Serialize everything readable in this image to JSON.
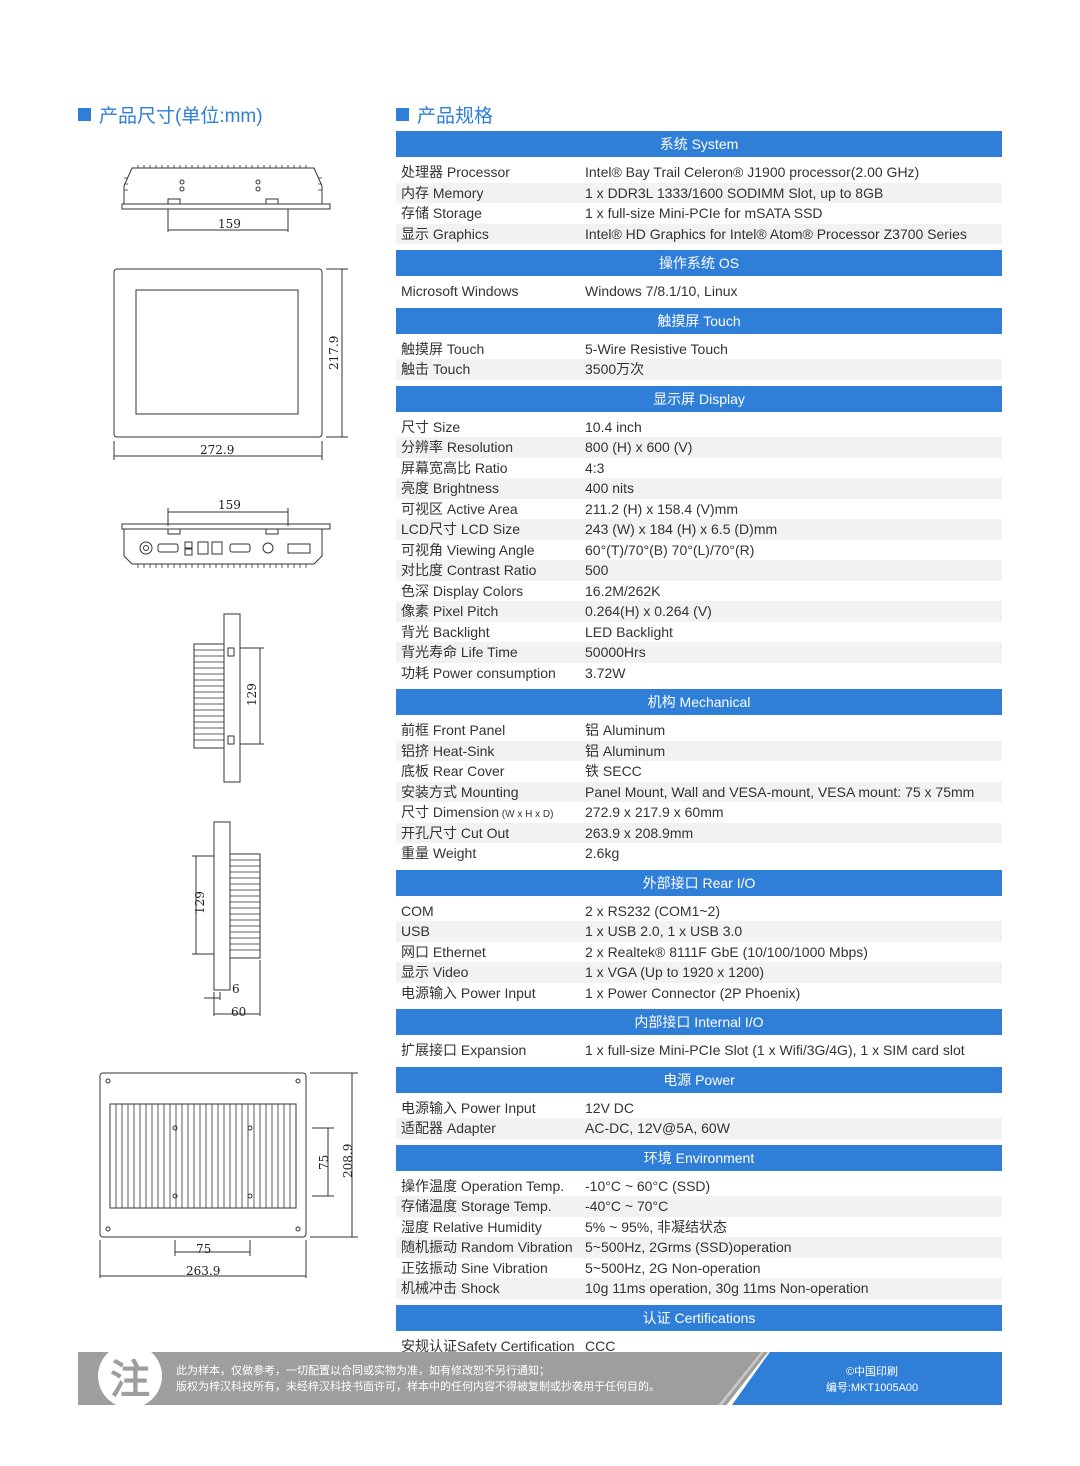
{
  "left_title": "产品尺寸(单位:mm)",
  "right_title": "产品规格",
  "dims": {
    "top_width": "159",
    "front_height": "217.9",
    "front_width": "272.9",
    "bottom_width": "159",
    "side_height": "129",
    "side2_height": "129",
    "side2_depth_a": "6",
    "side2_depth_b": "60",
    "back_vesa_h": "75",
    "back_height": "208.9",
    "back_vesa_w": "75",
    "back_width": "263.9"
  },
  "spec": [
    {
      "cat": "系统 System",
      "rows": [
        {
          "k": "处理器 Processor",
          "v": "Intel® Bay Trail Celeron® J1900 processor(2.00 GHz)"
        },
        {
          "k": "内存 Memory",
          "v": "1 x DDR3L 1333/1600 SODIMM Slot, up to 8GB"
        },
        {
          "k": "存储 Storage",
          "v": "1 x full-size Mini-PCIe for mSATA SSD"
        },
        {
          "k": "显示 Graphics",
          "v": "Intel® HD Graphics for Intel® Atom® Processor Z3700 Series"
        }
      ]
    },
    {
      "cat": "操作系统 OS",
      "rows": [
        {
          "k": "Microsoft Windows",
          "v": "Windows 7/8.1/10, Linux"
        }
      ]
    },
    {
      "cat": "触摸屏 Touch",
      "rows": [
        {
          "k": "触摸屏 Touch",
          "v": "5-Wire Resistive Touch"
        },
        {
          "k": "触击 Touch",
          "v": "3500万次"
        }
      ]
    },
    {
      "cat": "显示屏 Display",
      "rows": [
        {
          "k": "尺寸 Size",
          "v": "10.4 inch"
        },
        {
          "k": "分辨率 Resolution",
          "v": "800 (H) x 600 (V)"
        },
        {
          "k": "屏幕宽高比 Ratio",
          "v": "4:3"
        },
        {
          "k": "亮度 Brightness",
          "v": "400 nits"
        },
        {
          "k": "可视区 Active Area",
          "v": "211.2 (H) x 158.4 (V)mm"
        },
        {
          "k": "LCD尺寸 LCD Size",
          "v": "243 (W) x 184 (H) x 6.5 (D)mm"
        },
        {
          "k": "可视角 Viewing Angle",
          "v": "60°(T)/70°(B) 70°(L)/70°(R)"
        },
        {
          "k": "对比度 Contrast Ratio",
          "v": "500"
        },
        {
          "k": "色深 Display Colors",
          "v": "16.2M/262K"
        },
        {
          "k": "像素 Pixel Pitch",
          "v": "0.264(H) x 0.264 (V)"
        },
        {
          "k": "背光 Backlight",
          "v": "LED Backlight"
        },
        {
          "k": "背光寿命 Life Time",
          "v": "50000Hrs"
        },
        {
          "k": "功耗 Power consumption",
          "v": "3.72W"
        }
      ]
    },
    {
      "cat": "机构 Mechanical",
      "rows": [
        {
          "k": "前框 Front Panel",
          "v": "铝 Aluminum"
        },
        {
          "k": "铝挤 Heat-Sink",
          "v": "铝 Aluminum"
        },
        {
          "k": "底板 Rear Cover",
          "v": "铁 SECC"
        },
        {
          "k": "安装方式 Mounting",
          "v": "Panel Mount, Wall and VESA-mount, VESA mount: 75 x 75mm"
        },
        {
          "k": "尺寸 Dimension",
          "ks": "(W x H x D)",
          "v": "272.9 x 217.9 x 60mm"
        },
        {
          "k": "开孔尺寸 Cut Out",
          "v": "263.9 x 208.9mm"
        },
        {
          "k": "重量 Weight",
          "v": "2.6kg"
        }
      ]
    },
    {
      "cat": "外部接口 Rear I/O",
      "rows": [
        {
          "k": "COM",
          "v": "2 x RS232 (COM1~2)"
        },
        {
          "k": "USB",
          "v": "1 x USB 2.0, 1 x USB 3.0"
        },
        {
          "k": "网口 Ethernet",
          "v": "2 x Realtek® 8111F GbE (10/100/1000 Mbps)"
        },
        {
          "k": "显示 Video",
          "v": "1 x VGA (Up to 1920 x 1200)"
        },
        {
          "k": "电源输入 Power Input",
          "v": "1 x Power Connector (2P Phoenix)"
        }
      ]
    },
    {
      "cat": "内部接口 Internal I/O",
      "rows": [
        {
          "k": "扩展接口 Expansion",
          "v": "1 x full-size Mini-PCIe Slot (1 x Wifi/3G/4G), 1 x SIM card slot"
        }
      ]
    },
    {
      "cat": "电源 Power",
      "rows": [
        {
          "k": "电源输入 Power Input",
          "v": "12V DC"
        },
        {
          "k": "适配器 Adapter",
          "v": "AC-DC, 12V@5A, 60W"
        }
      ]
    },
    {
      "cat": "环境 Environment",
      "rows": [
        {
          "k": "操作温度 Operation Temp.",
          "v": "-10°C ~ 60°C (SSD)"
        },
        {
          "k": "存储温度 Storage Temp.",
          "v": "-40°C ~ 70°C"
        },
        {
          "k": "湿度 Relative Humidity",
          "v": "5% ~ 95%, 非凝结状态"
        },
        {
          "k": "随机振动 Random Vibration",
          "v": "5~500Hz, 2Grms (SSD)operation"
        },
        {
          "k": "正弦振动 Sine Vibration",
          "v": "5~500Hz, 2G Non-operation"
        },
        {
          "k": "机械冲击 Shock",
          "v": "10g 11ms operation, 30g 11ms Non-operation"
        }
      ]
    },
    {
      "cat": "认证 Certifications",
      "rows": [
        {
          "k": "安规认证Safety Certification",
          "v": "CCC"
        }
      ]
    }
  ],
  "footer": {
    "mark": "注",
    "note1": "此为样本，仅做参考，一切配置以合同或实物为准，如有修改恕不另行通知；",
    "note2": "版权为梓汉科技所有，未经梓汉科技书面许可，样本中的任何内容不得被复制或抄袭用于任何目的。",
    "print": "©中国印刷",
    "code": "编号:MKT1005A00"
  }
}
